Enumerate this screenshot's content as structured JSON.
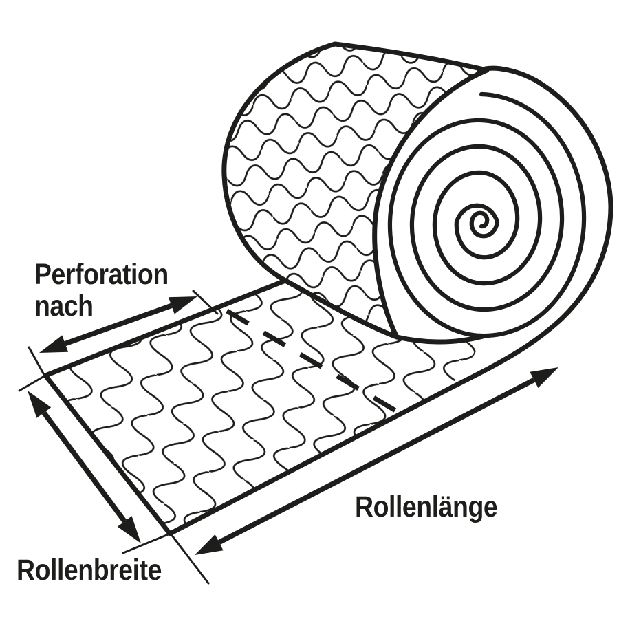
{
  "labels": {
    "perforation_line1": "Perforation",
    "perforation_line2": "nach",
    "roll_length": "Rollenlänge",
    "roll_width": "Rollenbreite"
  },
  "colors": {
    "ink": "#1d1d1b",
    "background": "#ffffff"
  }
}
